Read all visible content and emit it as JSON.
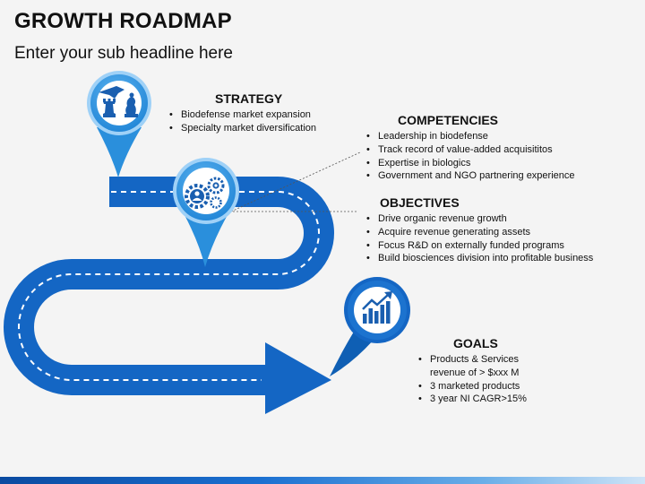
{
  "title": "GROWTH ROADMAP",
  "subtitle": "Enter your sub headline here",
  "colors": {
    "road": "#1668c6",
    "road_dark": "#0e55a8",
    "pin": "#2d93e0",
    "pin_rim": "#9fd1f7",
    "pin_dark": "#0f5fb4",
    "icon_bg": "#ffffff",
    "icon": "#1a5fb0"
  },
  "icons": {
    "strategy": "chess-strategy-icon",
    "competencies": "gears-person-icon",
    "goals": "bar-chart-growth-icon"
  },
  "sections": {
    "strategy": {
      "heading": "STRATEGY",
      "items": [
        "Biodefense market expansion",
        "Specialty market diversification"
      ]
    },
    "competencies": {
      "heading": "COMPETENCIES",
      "items": [
        "Leadership in biodefense",
        "Track record of value-added acquisititos",
        "Expertise in biologics",
        "Government and NGO partnering experience"
      ]
    },
    "objectives": {
      "heading": "OBJECTIVES",
      "items": [
        "Drive organic revenue growth",
        "Acquire revenue generating assets",
        "Focus R&D on externally funded programs",
        "Build biosciences division into profitable business"
      ]
    },
    "goals": {
      "heading": "GOALS",
      "items": [
        "Products & Services revenue of > $xxx M",
        "3 marketed products",
        "3 year NI CAGR>15%"
      ]
    }
  }
}
